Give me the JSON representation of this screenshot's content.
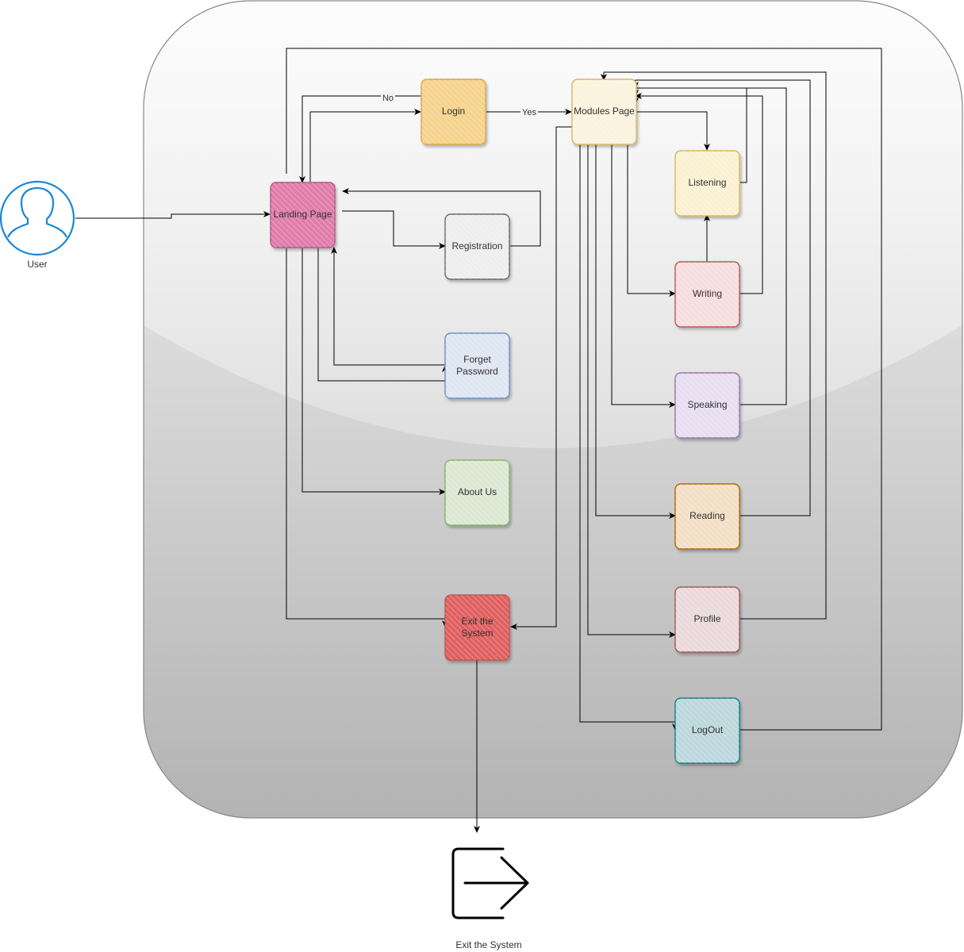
{
  "nodes": {
    "landing": {
      "label": "Landing Page",
      "fill": "#e07cab",
      "stroke": "#b05485",
      "text": "#333333"
    },
    "login": {
      "label": "Login",
      "fill": "#f5d38c",
      "stroke": "#d6a34a",
      "text": "#333333"
    },
    "modules": {
      "label": "Modules Page",
      "fill": "#fbf3dd",
      "stroke": "#d9b25e",
      "text": "#333333"
    },
    "registration": {
      "label": "Registration",
      "fill": "#eeeeee",
      "stroke": "#666666",
      "text": "#333333"
    },
    "forget_password": {
      "label_line1": "Forget",
      "label_line2": "Password",
      "fill": "#dde6f2",
      "stroke": "#6c8ebf",
      "text": "#333333"
    },
    "about_us": {
      "label": "About Us",
      "fill": "#dbe8d3",
      "stroke": "#82b366",
      "text": "#333333"
    },
    "exit_box": {
      "label_line1": "Exit the",
      "label_line2": "System",
      "fill": "#e06060",
      "stroke": "#b85450",
      "text": "#ffffff"
    },
    "listening": {
      "label": "Listening",
      "fill": "#fbf1d2",
      "stroke": "#d6b656",
      "text": "#333333"
    },
    "writing": {
      "label": "Writing",
      "fill": "#f6dede",
      "stroke": "#b85450",
      "text": "#333333"
    },
    "speaking": {
      "label": "Speaking",
      "fill": "#e7def0",
      "stroke": "#9673a6",
      "text": "#333333"
    },
    "reading": {
      "label": "Reading",
      "fill": "#f3dfc6",
      "stroke": "#b46504",
      "text": "#333333"
    },
    "profile": {
      "label": "Profile",
      "fill": "#ead9da",
      "stroke": "#a25555",
      "text": "#333333"
    },
    "logout": {
      "label": "LogOut",
      "fill": "#bcd7dc",
      "stroke": "#0e8088",
      "text": "#333333"
    }
  },
  "edges": {
    "no_label": "No",
    "yes_label": "Yes"
  },
  "actor": {
    "label": "User",
    "stroke": "#1a86d8"
  },
  "exit_icon": {
    "label": "Exit the System"
  },
  "colors": {
    "edge": "#000000",
    "panel_top": "#f7f7f7",
    "panel_bottom": "#b0b0b0"
  }
}
